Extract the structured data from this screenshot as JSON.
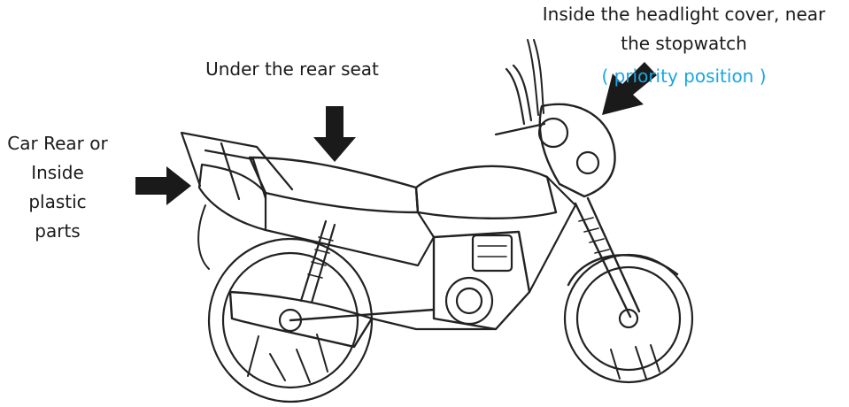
{
  "labels": {
    "rear_line1": "Car Rear or",
    "rear_line2": "Inside",
    "rear_line3": "plastic",
    "rear_line4": "parts",
    "seat": "Under the rear seat",
    "head_line1": "Inside the headlight cover, near",
    "head_line2": "the stopwatch",
    "priority": "( priority position )"
  },
  "colors": {
    "priority": "#1aa6e0",
    "ink": "#1a1a1a"
  },
  "icons": [
    "arrow-right-icon",
    "arrow-down-icon",
    "arrow-down-left-icon",
    "motorcycle-illustration"
  ]
}
